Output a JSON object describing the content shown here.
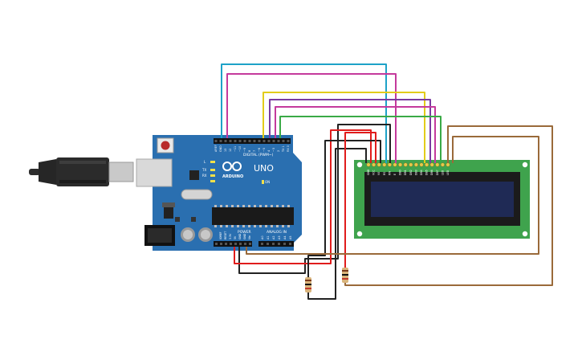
{
  "board": {
    "name": "UNO",
    "brand": "ARDUINO",
    "digital_label": "DIGITAL (PWM~)",
    "power_label": "POWER",
    "analog_label": "ANALOG IN",
    "tx_label": "TX",
    "rx_label": "RX",
    "l_label": "L",
    "on_label": "ON",
    "top_pins": [
      "AREF",
      "GND",
      "13",
      "12",
      "~11",
      "~10",
      "~9",
      "8",
      "7",
      "~6",
      "~5",
      "4",
      "~3",
      "2",
      "TX 1",
      "RX 0"
    ],
    "power_pins": [
      "IOREF",
      "RESET",
      "3.3V",
      "5V",
      "GND",
      "GND",
      "Vin"
    ],
    "analog_pins": [
      "A0",
      "A1",
      "A2",
      "A3",
      "A4",
      "A5"
    ]
  },
  "lcd": {
    "pins": [
      "GND",
      "VCC",
      "V0",
      "RS",
      "RW",
      "E",
      "DB0",
      "DB1",
      "DB2",
      "DB3",
      "DB4",
      "DB5",
      "DB6",
      "DB7",
      "LED",
      "LED"
    ]
  },
  "colors": {
    "board": "#2a6fb0",
    "lcd_pcb": "#3fa34d",
    "lcd_screen": "#1f2a55",
    "wire_cyan": "#1ea2c8",
    "wire_magenta": "#c43a9c",
    "wire_yellow": "#e2cc1a",
    "wire_purple": "#7a3aa0",
    "wire_green": "#3aaa46",
    "wire_red": "#e01c1c",
    "wire_black": "#222222",
    "wire_brown": "#9a6a3a"
  }
}
